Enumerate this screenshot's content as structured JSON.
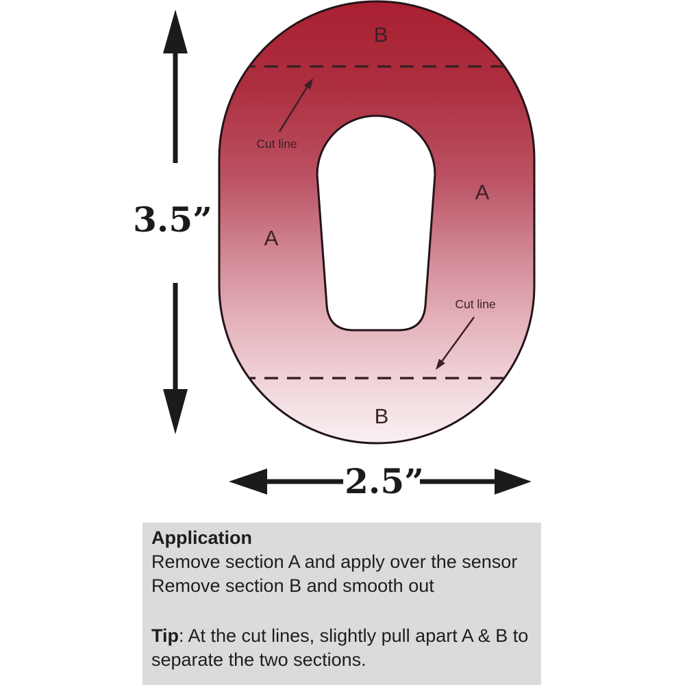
{
  "colors": {
    "page_bg": "#ffffff",
    "gradient": [
      "#a92031",
      "#ad3040",
      "#bb5263",
      "#d4909c",
      "#e6b6be",
      "#f2dde1",
      "#f8f0f1"
    ],
    "outline": "#241319",
    "annotation": "#3c2027",
    "dimension": "#1b1b1b",
    "instruction_bg": "#dbdbdb",
    "text": "#1e1e1e"
  },
  "patch": {
    "labels": {
      "top": "B",
      "left": "A",
      "right": "A",
      "bottom": "B"
    },
    "cut_line_label": "Cut line"
  },
  "dimensions": {
    "height": "3.5”",
    "width": "2.5”"
  },
  "instructions": {
    "heading": "Application",
    "lines": [
      "Remove section A and apply over the sensor",
      "Remove section B and smooth out"
    ],
    "tip_label": "Tip",
    "tip_text": ": At the cut lines, slightly pull apart A & B to separate the two sections."
  }
}
